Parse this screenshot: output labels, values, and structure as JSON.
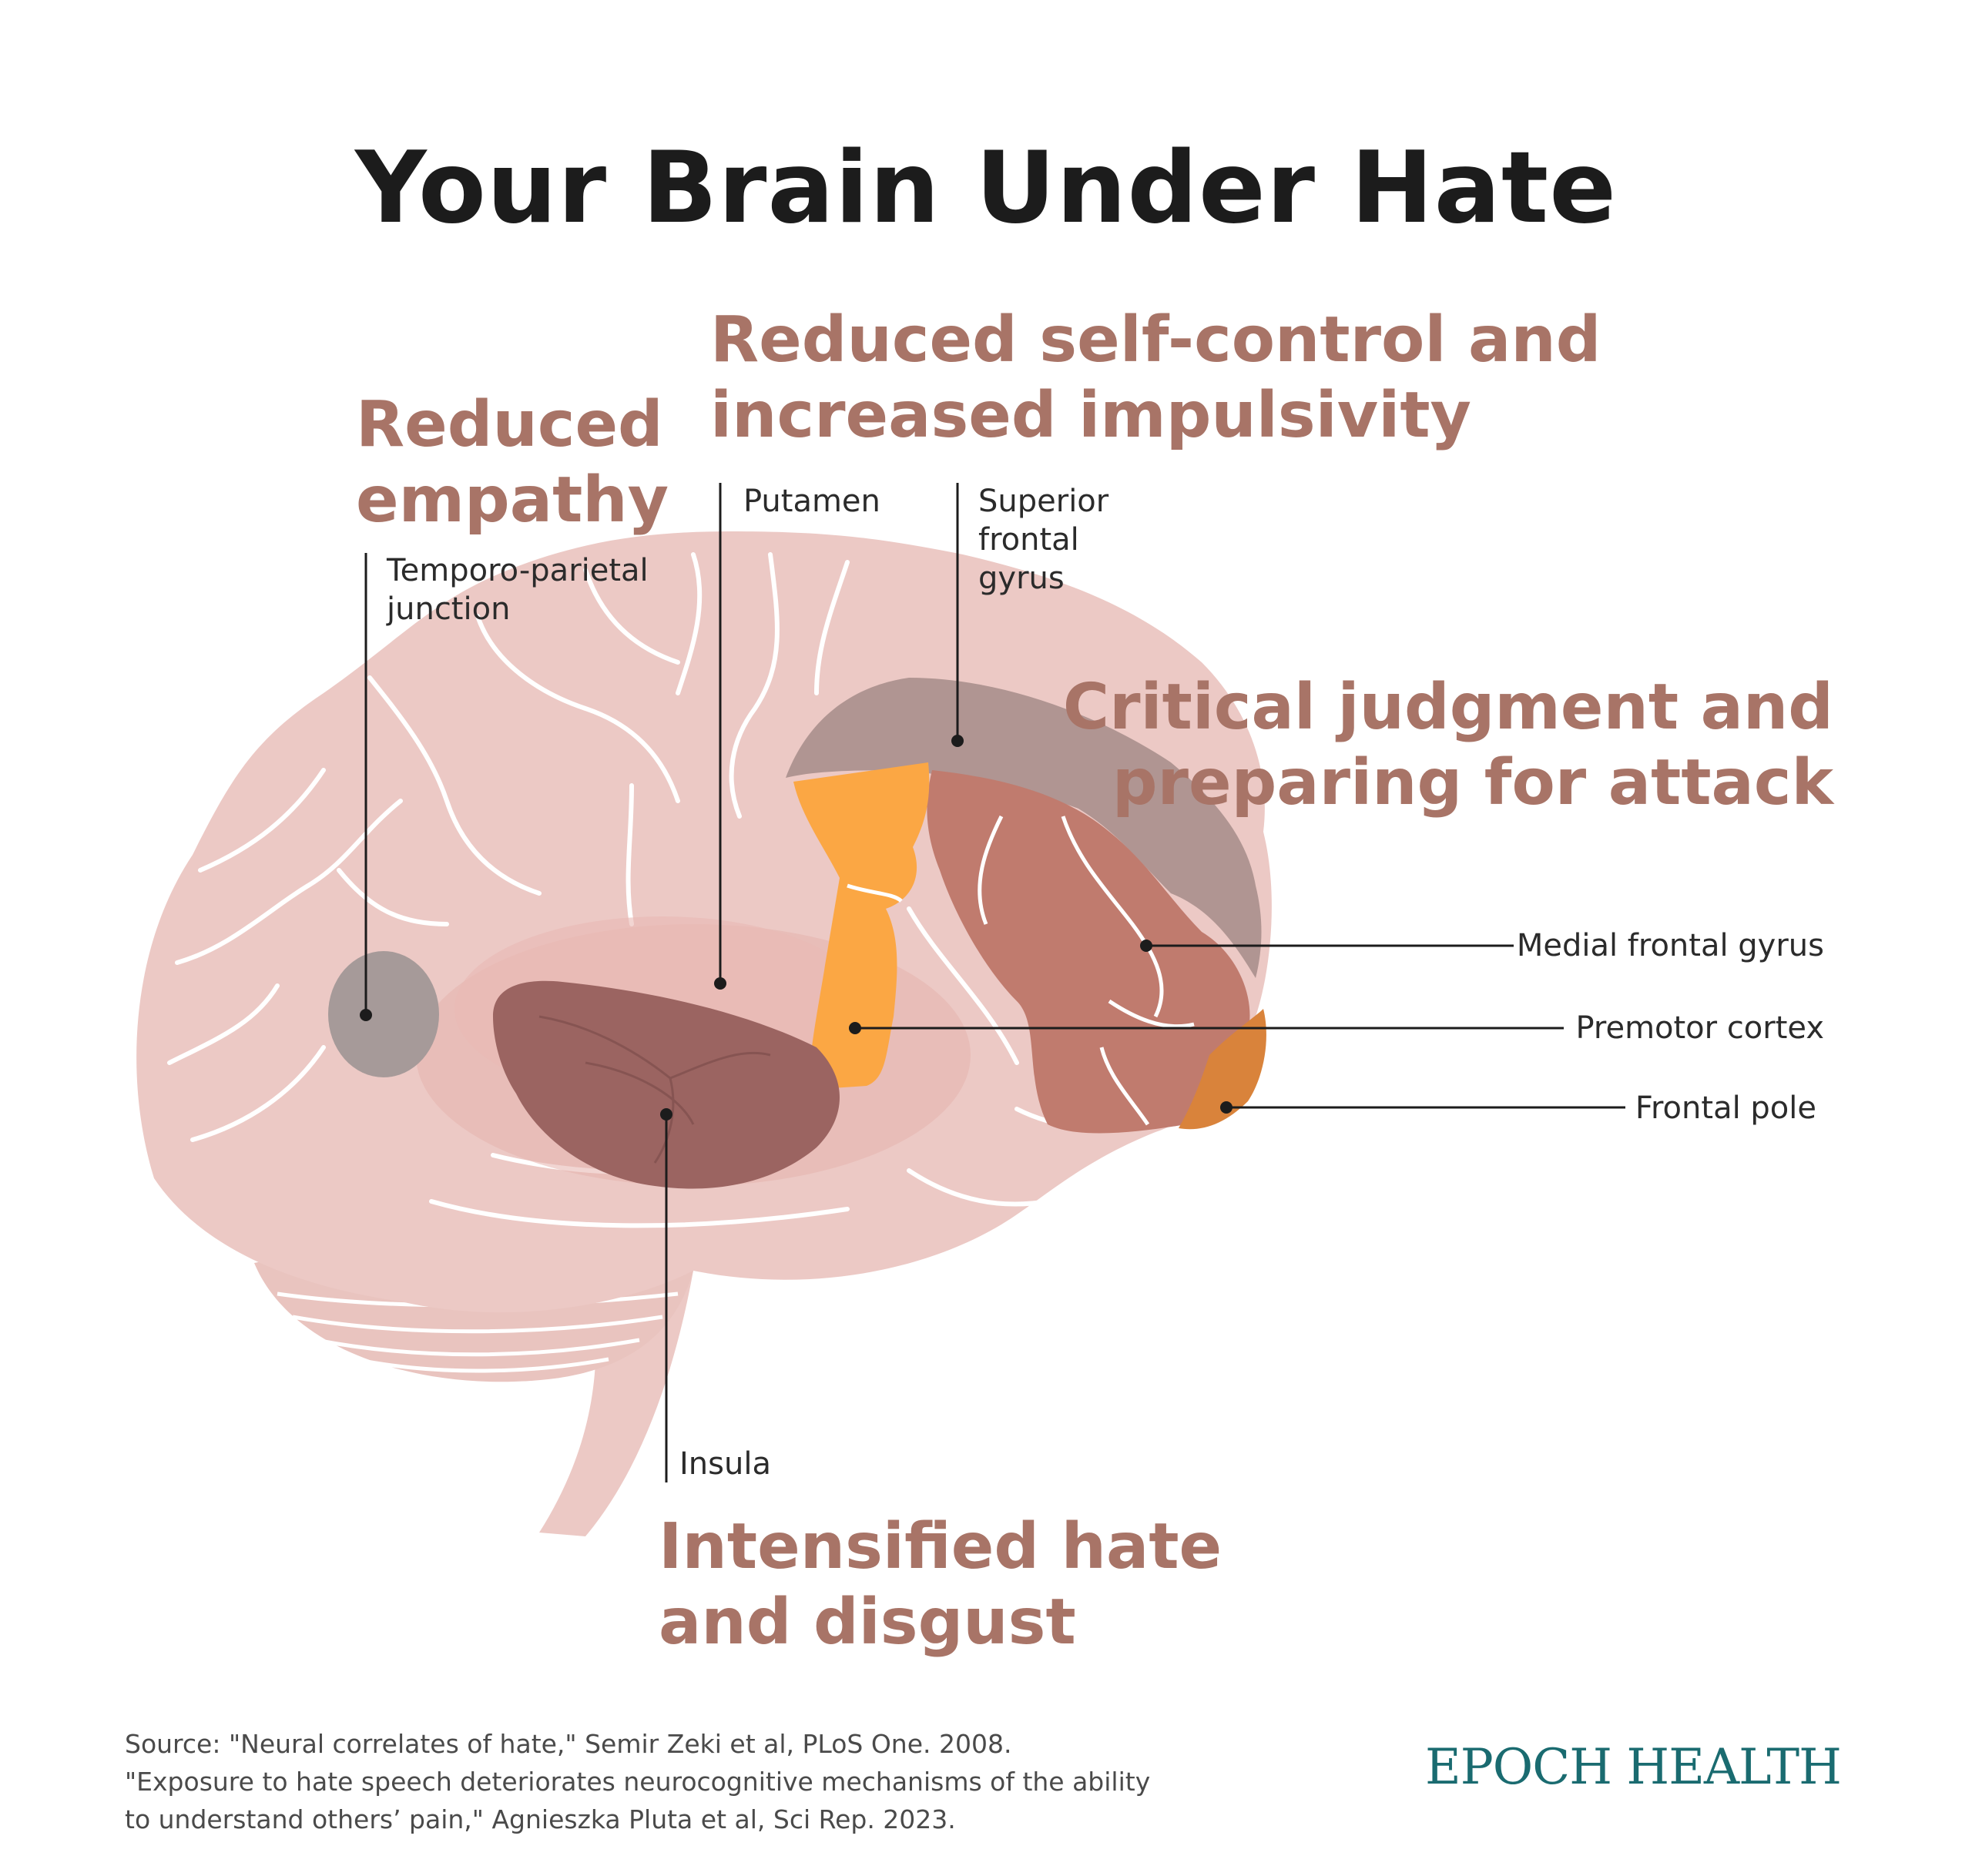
{
  "title": "Your Brain Under Hate",
  "headings": {
    "empathy": [
      "Reduced",
      "empathy"
    ],
    "self_control": [
      "Reduced self-control and",
      "increased impulsivity"
    ],
    "judgment": [
      "Critical judgment and",
      "preparing for attack"
    ],
    "hate": [
      "Intensified hate",
      "and disgust"
    ]
  },
  "regions": {
    "tpj": [
      "Temporo-parietal",
      "junction"
    ],
    "putamen": "Putamen",
    "sfg": [
      "Superior",
      "frontal",
      "gyrus"
    ],
    "mfg": "Medial frontal gyrus",
    "premotor": "Premotor cortex",
    "frontal_pole": "Frontal pole",
    "insula": "Insula"
  },
  "source": [
    "Source: \"Neural correlates of hate,\" Semir Zeki et al, PLoS One. 2008.",
    "\"Exposure to hate speech deteriorates neurocognitive mechanisms of the ability",
    "to understand others’ pain,\" Agnieszka Pluta et al, Sci Rep. 2023."
  ],
  "brand": "EPOCH HEALTH",
  "colors": {
    "brain": "#ecc9c5",
    "heading": "#a87467",
    "superior_frontal": "#b09592",
    "medial_frontal": "#c07b6e",
    "premotor": "#fba744",
    "frontal_pole": "#d9833b",
    "insula": "#9b6461",
    "tpj": "#a69a99",
    "brand": "#1a6b70"
  }
}
